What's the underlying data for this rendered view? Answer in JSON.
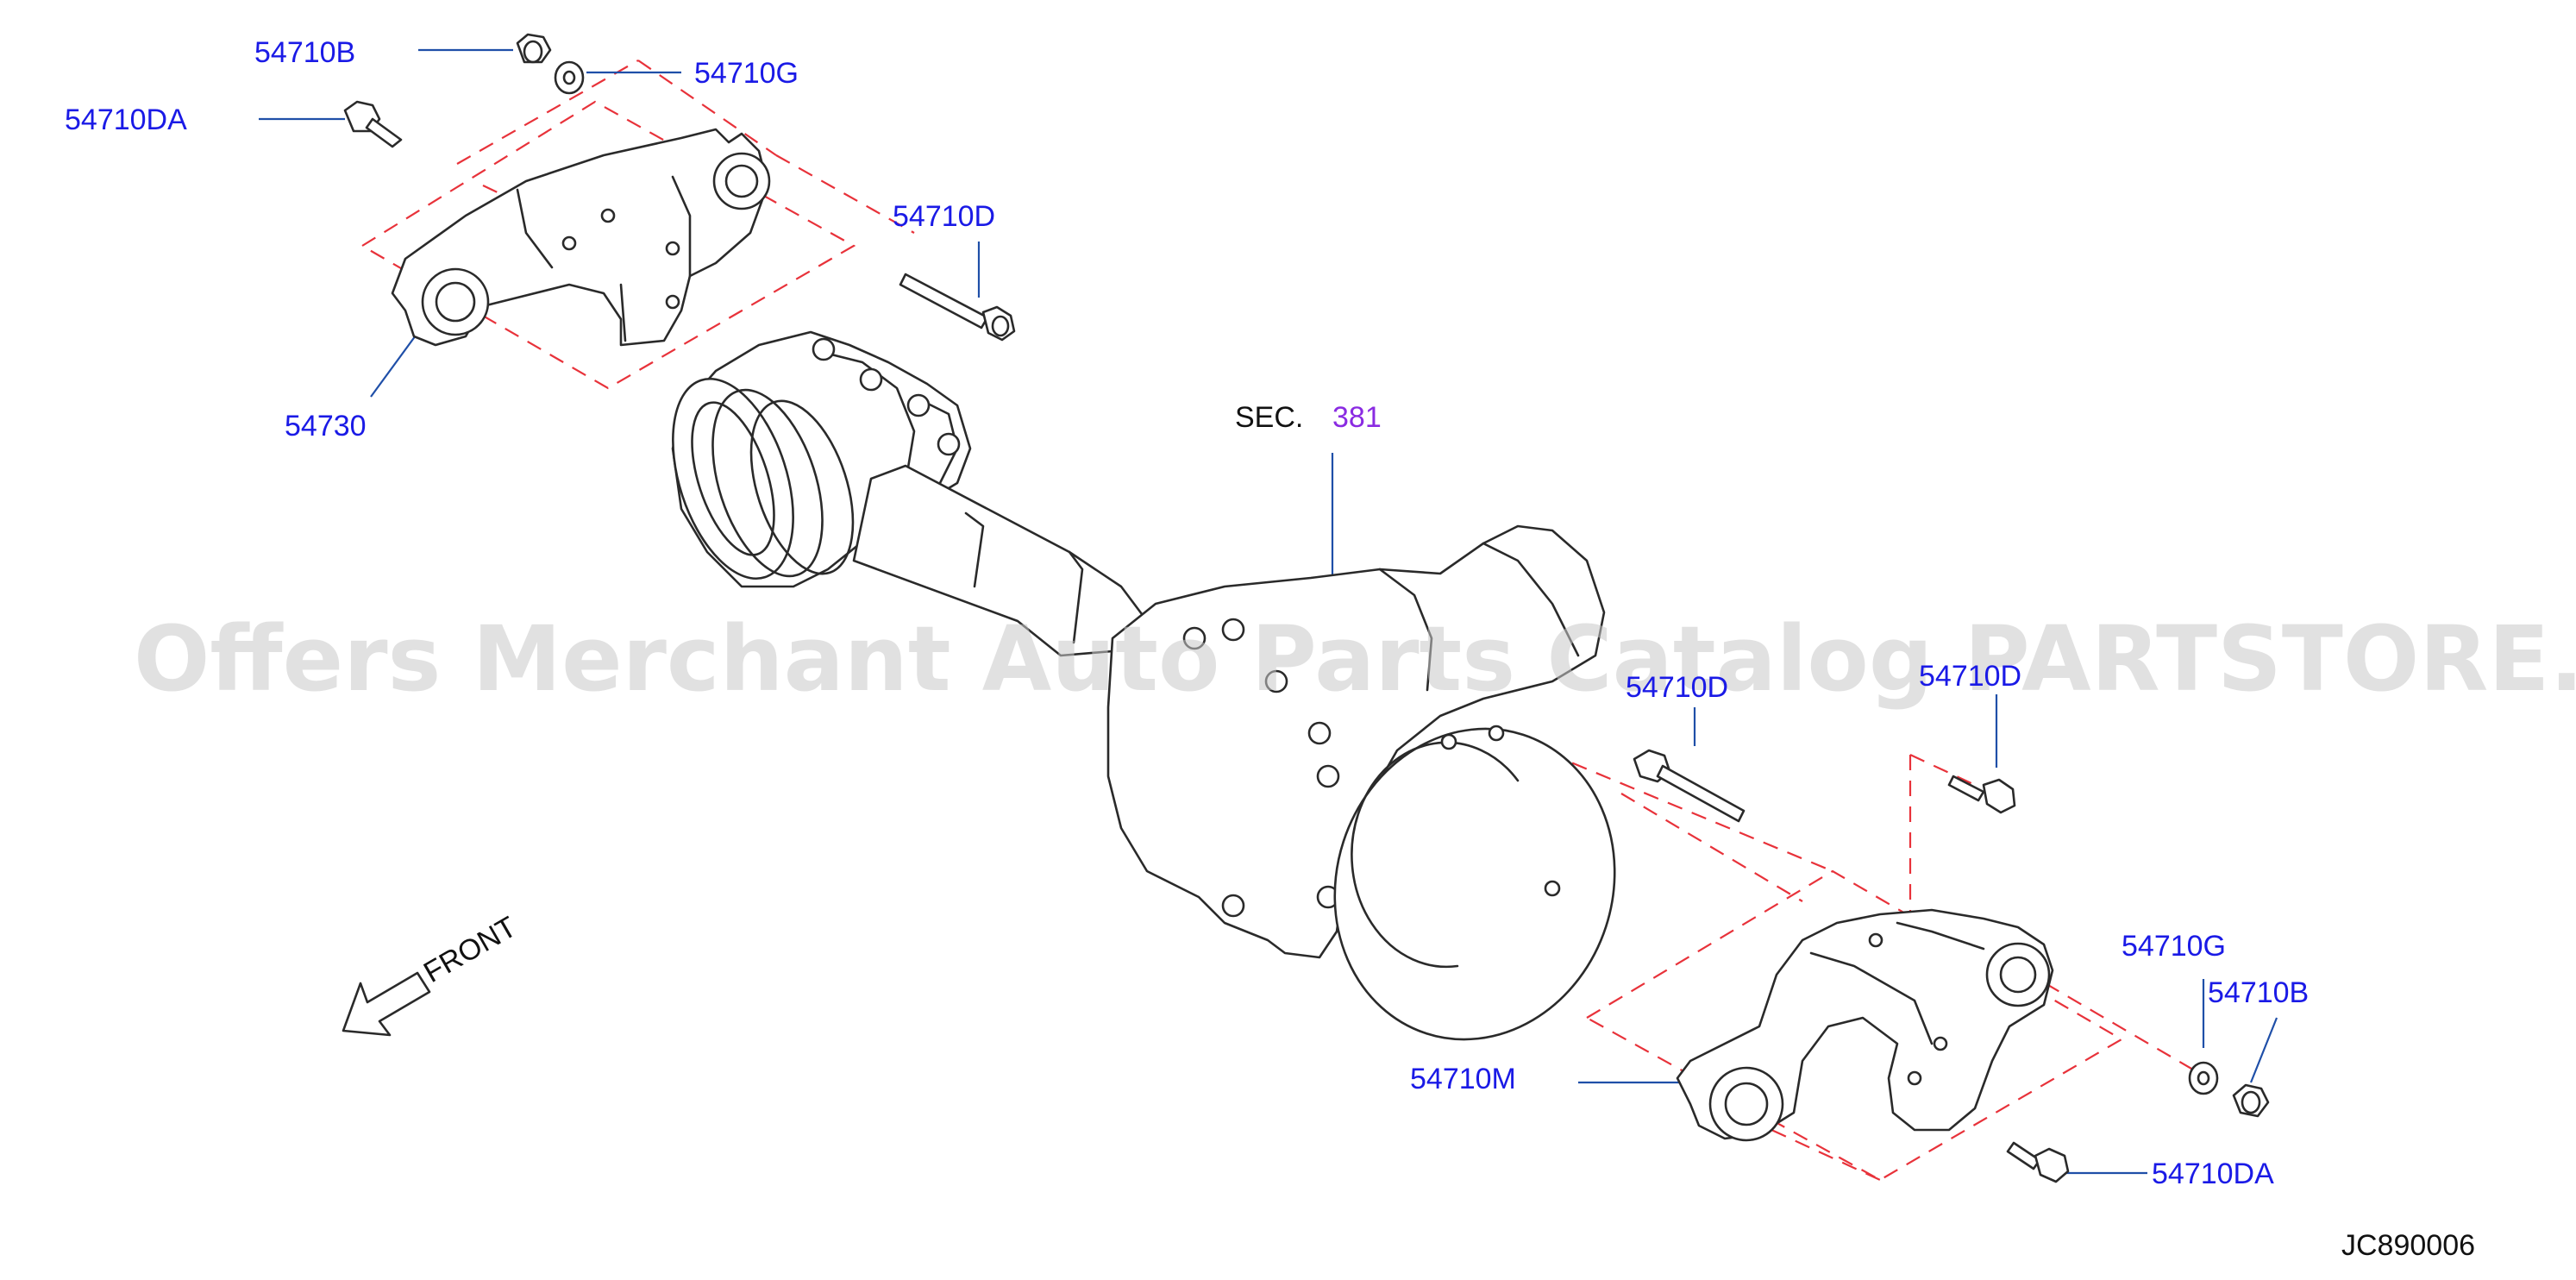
{
  "diagram": {
    "callouts": [
      {
        "id": "c1",
        "text": "54710B"
      },
      {
        "id": "c2",
        "text": "54710G"
      },
      {
        "id": "c3",
        "text": "54710DA"
      },
      {
        "id": "c4",
        "text": "54710D"
      },
      {
        "id": "c5",
        "text": "54730"
      },
      {
        "id": "c6",
        "text": "SEC."
      },
      {
        "id": "c7",
        "text": "381"
      },
      {
        "id": "c8",
        "text": "54710D"
      },
      {
        "id": "c9",
        "text": "54710D"
      },
      {
        "id": "c10",
        "text": "54710G"
      },
      {
        "id": "c11",
        "text": "54710B"
      },
      {
        "id": "c12",
        "text": "54710M"
      },
      {
        "id": "c13",
        "text": "54710DA"
      }
    ],
    "front_label": "FRONT",
    "watermark": "Offers Merchant Auto Parts Catalog PARTSTORE.SA",
    "drawing_code": "JC890006",
    "colors": {
      "callout": "#1a1ae6",
      "section_ref": "#8a2be2",
      "black_text": "#111111",
      "dashed_lines": "#e8323a",
      "leader_lines": "#1f4fa8"
    }
  }
}
